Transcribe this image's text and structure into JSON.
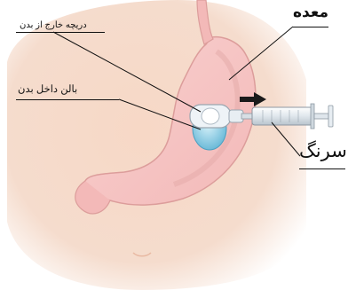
{
  "labels": {
    "stomach": "معده",
    "external_port": "دریچه خارج از بدن",
    "internal_balloon": "بالن داخل بدن",
    "syringe": "سرنگ"
  },
  "colors": {
    "skin": "#f6d7c4",
    "stomach_fill": "#f7c7c6",
    "stomach_outline": "#e0a3a1",
    "balloon": "#8fd0e6",
    "arrow": "#1a1a1a"
  }
}
